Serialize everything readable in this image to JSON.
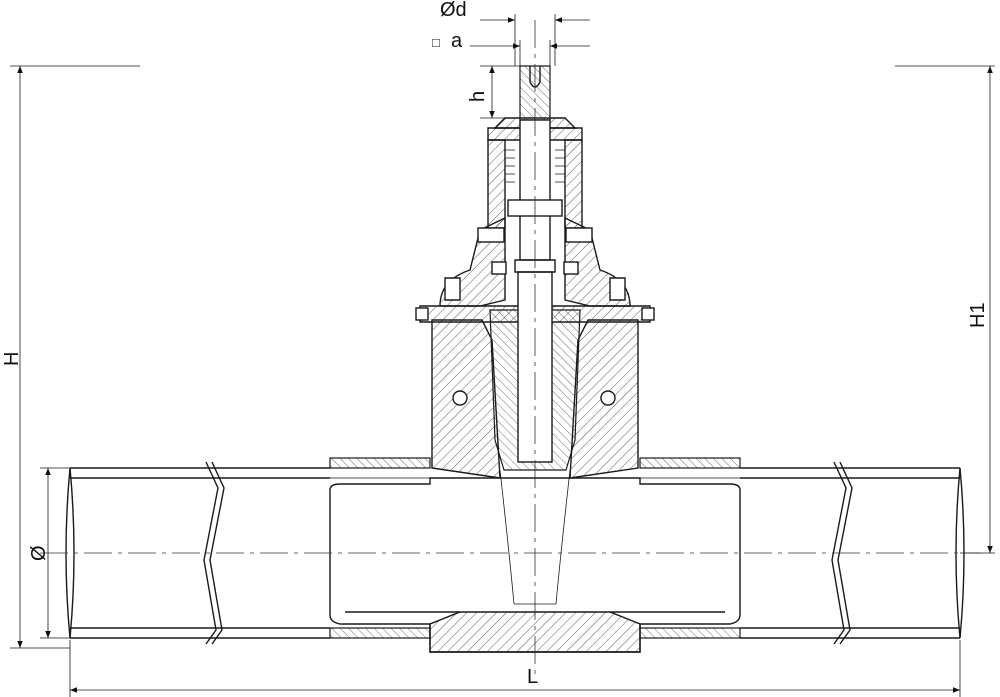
{
  "drawing": {
    "dimensions": {
      "stem_diameter": "Ød",
      "square": "a",
      "square_symbol": "□",
      "height_h": "h",
      "height_total": "H",
      "height_h1": "H1",
      "pipe_diameter": "Ø",
      "length": "L"
    }
  }
}
